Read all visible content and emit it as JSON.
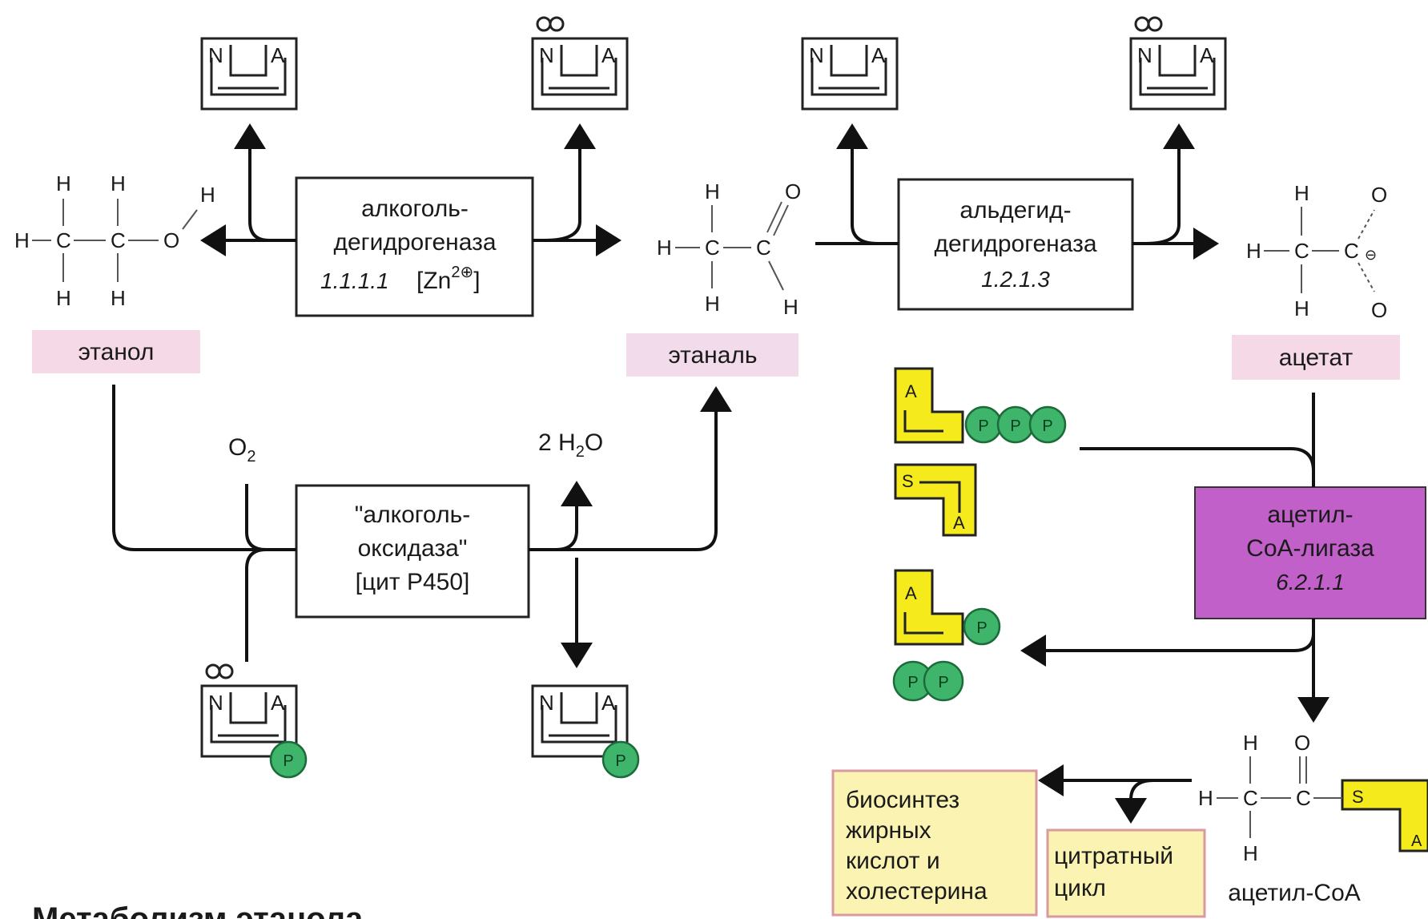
{
  "compounds": {
    "ethanol": "этанол",
    "ethanal": "этаналь",
    "acetate": "ацетат",
    "acetyl_coa": "ацетил-CoA"
  },
  "enzymes": {
    "adh": {
      "line1": "алкоголь-",
      "line2": "дегидрогеназа",
      "ec": "1.1.1.1",
      "cofactor": "[Zn",
      "cofactor_sup": "2⊕",
      "cofactor_close": "]"
    },
    "aldh": {
      "line1": "альдегид-",
      "line2": "дегидрогеназа",
      "ec": "1.2.1.3"
    },
    "meos": {
      "line1": "\"алкоголь-",
      "line2": "оксидаза\"",
      "line3": "[цит P450]"
    },
    "ligase": {
      "line1": "ацетил-",
      "line2": "CoA-лигаза",
      "ec": "6.2.1.1"
    }
  },
  "reagents": {
    "o2": "O",
    "o2_sub": "2",
    "water": "2 H",
    "water_sub": "2",
    "water_o": "O"
  },
  "cofactor_letters": {
    "n": "N",
    "a": "A",
    "p": "P",
    "s": "S"
  },
  "atoms": {
    "h": "H",
    "c": "C",
    "o": "O",
    "minus": "⊖"
  },
  "products": {
    "biosynthesis": [
      "биосинтез",
      "жирных",
      "кислот и",
      "холестерина"
    ],
    "citrate": [
      "цитратный",
      "цикл"
    ]
  },
  "caption": "Метаболизм этанола",
  "colors": {
    "compound_label_bg": "#f6d9e6",
    "ligase_fill": "#c060c8",
    "yellow_box": "#fbf3b2",
    "phosphate": "#3fb56b",
    "coa_yellow": "#f4ea1c"
  }
}
